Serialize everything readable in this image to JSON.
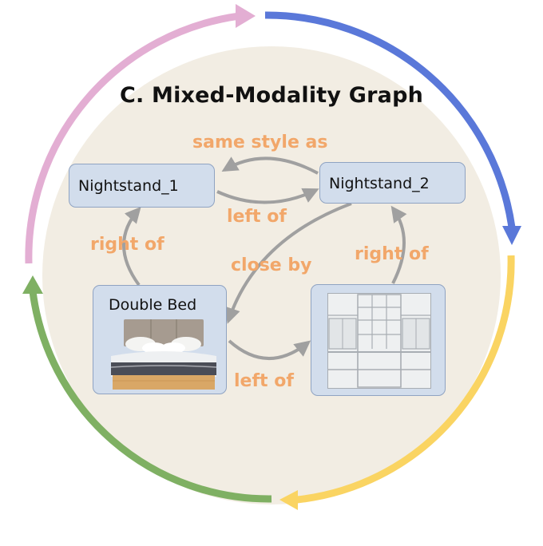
{
  "diagram": {
    "title": "C. Mixed-Modality Graph",
    "nodes": {
      "nightstand_1": "Nightstand_1",
      "nightstand_2": "Nightstand_2",
      "double_bed": "Double Bed"
    },
    "edges": {
      "same_style": "same style as",
      "left_of_top": "left of",
      "right_of_left": "right of",
      "close_by": "close by",
      "right_of_right": "right of",
      "left_of_bottom": "left of"
    },
    "colors": {
      "ring_pink": "#e3aed3",
      "ring_blue": "#5a78d9",
      "ring_yellow": "#fad462",
      "ring_green": "#7fb063",
      "background_disk": "#f2ede3",
      "node_fill": "#d2ddec",
      "edge_label": "#f2a76a",
      "edge_arrow": "#a0a0a0"
    }
  }
}
